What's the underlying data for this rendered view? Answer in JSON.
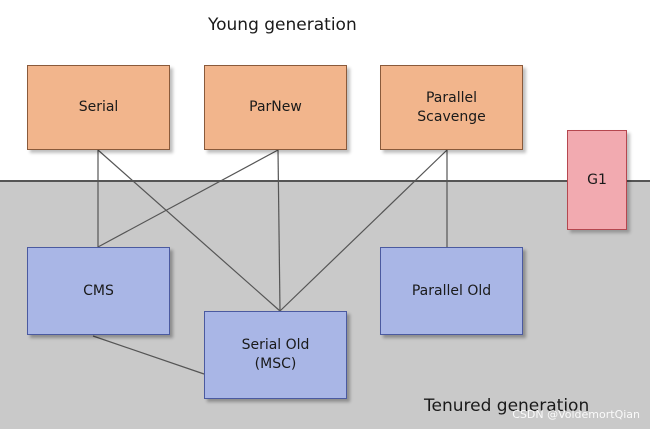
{
  "regions": {
    "young_label": "Young generation",
    "tenured_label": "Tenured generation"
  },
  "collectors": {
    "serial": "Serial",
    "parnew": "ParNew",
    "parallel_scavenge": "Parallel\nScavenge",
    "cms": "CMS",
    "serial_old": "Serial Old\n(MSC)",
    "parallel_old": "Parallel Old",
    "g1": "G1"
  },
  "watermark": "CSDN @VoldemortQian",
  "colors": {
    "young_box": "#f2b58c",
    "old_box": "#a9b6e6",
    "g1_box": "#f2aab0",
    "tenured_background": "#c9c9c9"
  }
}
